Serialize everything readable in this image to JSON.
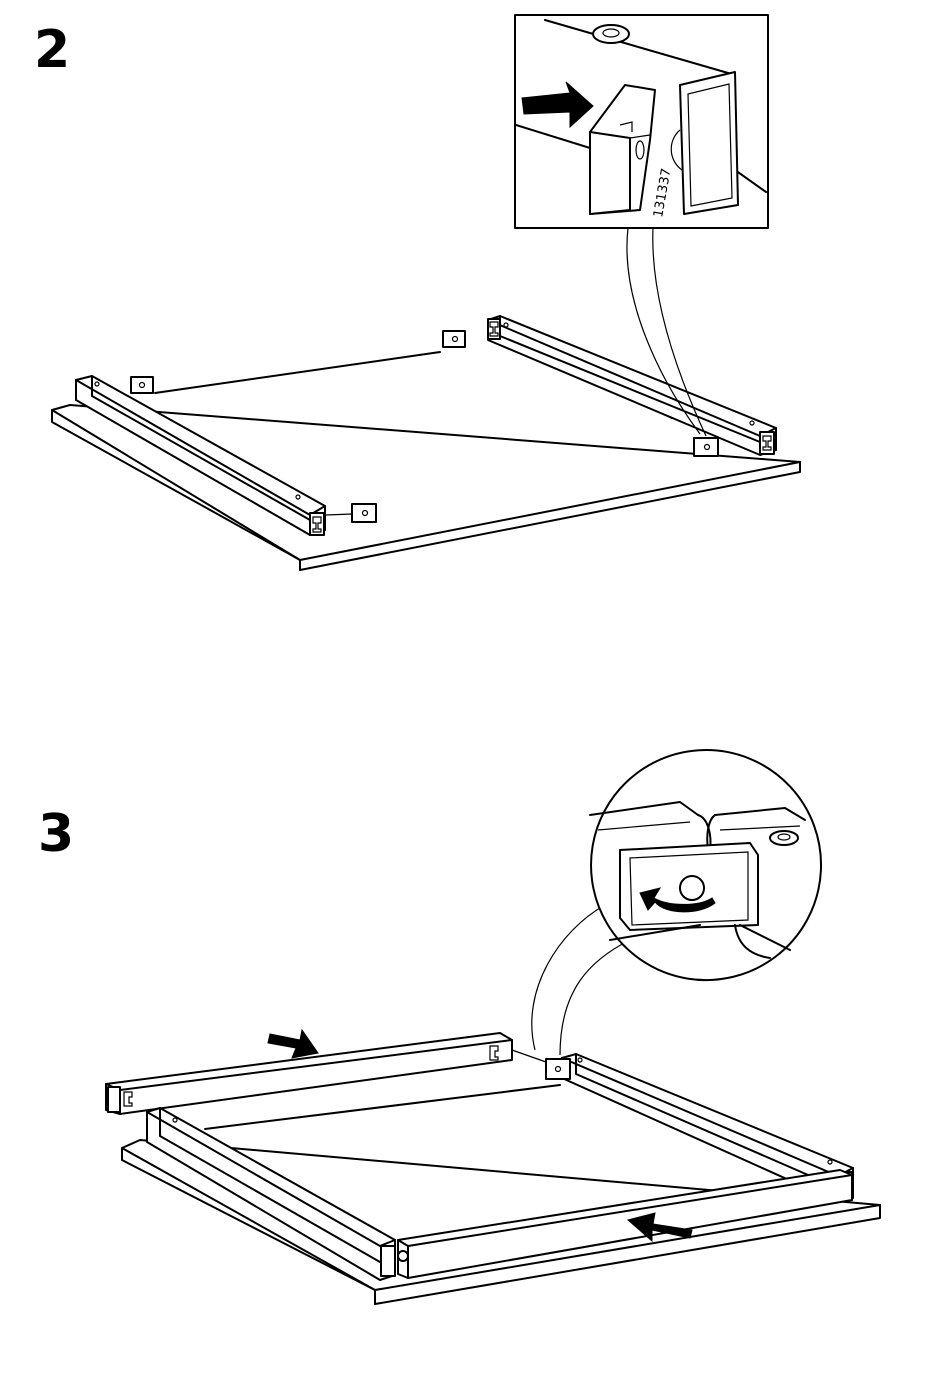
{
  "steps": [
    {
      "number": "2",
      "part_code": "131337"
    },
    {
      "number": "3"
    }
  ],
  "icons": [
    "push-arrow-icon",
    "rotate-arrow-icon"
  ]
}
